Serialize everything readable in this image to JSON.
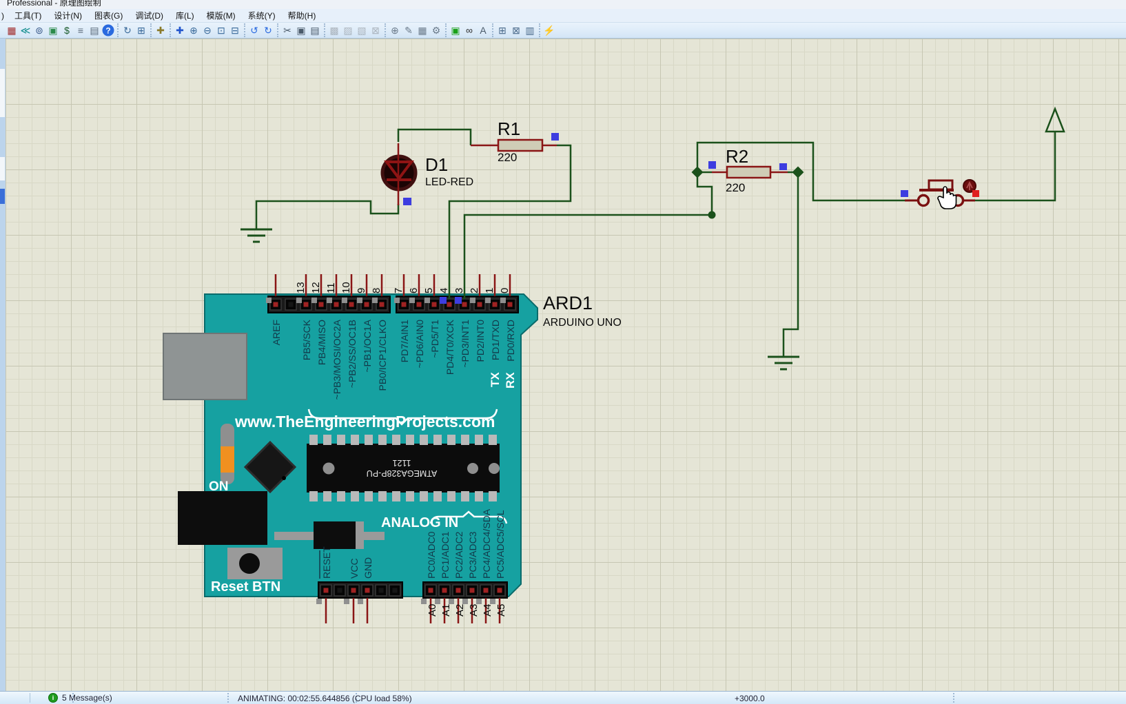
{
  "window": {
    "title": "Professional - 原理图绘制"
  },
  "menu": {
    "truncated_first": ")",
    "items": [
      "工具(T)",
      "设计(N)",
      "图表(G)",
      "调试(D)",
      "库(L)",
      "模版(M)",
      "系统(Y)",
      "帮助(H)"
    ]
  },
  "toolbar": {
    "groups": [
      {
        "name": "file-tools",
        "icons": [
          {
            "name": "component-mode-icon",
            "glyph": "▦",
            "color": "#a02828",
            "enabled": true
          },
          {
            "name": "goto-master-sheet-icon",
            "glyph": "≪",
            "color": "#0b8a8a",
            "enabled": true
          },
          {
            "name": "web-browse-icon",
            "glyph": "⊚",
            "color": "#3a5a8a",
            "enabled": true
          },
          {
            "name": "new-from-template-icon",
            "glyph": "▣",
            "color": "#2a8a4a",
            "enabled": true
          },
          {
            "name": "bill-of-materials-icon",
            "glyph": "$",
            "color": "#1a5a2a",
            "enabled": true
          },
          {
            "name": "design-notes-icon",
            "glyph": "≡",
            "color": "#5a6a7a",
            "enabled": true
          },
          {
            "name": "report-icon",
            "glyph": "▤",
            "color": "#5a6a7a",
            "enabled": true
          },
          {
            "name": "help-icon",
            "glyph": "?",
            "color": "#ffffff",
            "enabled": true,
            "help": true
          }
        ]
      },
      {
        "name": "view-tools",
        "icons": [
          {
            "name": "redraw-icon",
            "glyph": "↻",
            "color": "#3a6a9a",
            "enabled": true
          },
          {
            "name": "grid-toggle-icon",
            "glyph": "⊞",
            "color": "#3a6a9a",
            "enabled": true
          }
        ]
      },
      {
        "name": "origin-tools",
        "icons": [
          {
            "name": "origin-icon",
            "glyph": "✚",
            "color": "#8a7a2a",
            "enabled": true
          }
        ]
      },
      {
        "name": "zoom-tools",
        "icons": [
          {
            "name": "pan-icon",
            "glyph": "✚",
            "color": "#2255cc",
            "enabled": true
          },
          {
            "name": "zoom-in-icon",
            "glyph": "⊕",
            "color": "#3a6a9a",
            "enabled": true
          },
          {
            "name": "zoom-out-icon",
            "glyph": "⊖",
            "color": "#3a6a9a",
            "enabled": true
          },
          {
            "name": "zoom-area-icon",
            "glyph": "⊡",
            "color": "#3a6a9a",
            "enabled": true
          },
          {
            "name": "zoom-all-icon",
            "glyph": "⊟",
            "color": "#3a6a9a",
            "enabled": true
          }
        ]
      },
      {
        "name": "undo-redo",
        "icons": [
          {
            "name": "undo-icon",
            "glyph": "↺",
            "color": "#2a6adf",
            "enabled": true
          },
          {
            "name": "redo-icon",
            "glyph": "↻",
            "color": "#2a6adf",
            "enabled": true
          }
        ]
      },
      {
        "name": "clipboard",
        "icons": [
          {
            "name": "cut-icon",
            "glyph": "✂",
            "color": "#4a5a6a",
            "enabled": true
          },
          {
            "name": "copy-icon",
            "glyph": "▣",
            "color": "#4a5a6a",
            "enabled": true
          },
          {
            "name": "paste-icon",
            "glyph": "▤",
            "color": "#4a5a6a",
            "enabled": true
          }
        ]
      },
      {
        "name": "block-tools",
        "icons": [
          {
            "name": "block-copy-icon",
            "glyph": "▩",
            "color": "#5a6a7a",
            "enabled": false
          },
          {
            "name": "block-move-icon",
            "glyph": "▨",
            "color": "#5a6a7a",
            "enabled": false
          },
          {
            "name": "block-rotate-icon",
            "glyph": "▧",
            "color": "#5a6a7a",
            "enabled": false
          },
          {
            "name": "block-delete-icon",
            "glyph": "⊠",
            "color": "#5a6a7a",
            "enabled": false
          }
        ]
      },
      {
        "name": "edit-tools",
        "icons": [
          {
            "name": "zoom-to-object-icon",
            "glyph": "⊕",
            "color": "#6a7a8a",
            "enabled": true
          },
          {
            "name": "edit-object-icon",
            "glyph": "✎",
            "color": "#6a7a8a",
            "enabled": true
          },
          {
            "name": "configure-chip-icon",
            "glyph": "▦",
            "color": "#6a7a8a",
            "enabled": true
          },
          {
            "name": "tools-icon",
            "glyph": "⚙",
            "color": "#6a7a8a",
            "enabled": true
          }
        ]
      },
      {
        "name": "design-tools",
        "icons": [
          {
            "name": "wire-autorouter-icon",
            "glyph": "▣",
            "color": "#18a018",
            "enabled": true
          },
          {
            "name": "search-tag-icon",
            "glyph": "∞",
            "color": "#2a2a2a",
            "enabled": true
          },
          {
            "name": "property-assignment-icon",
            "glyph": "A",
            "color": "#4a5a6a",
            "enabled": true
          }
        ]
      },
      {
        "name": "sheet-tools",
        "icons": [
          {
            "name": "new-sheet-icon",
            "glyph": "⊞",
            "color": "#4a6a8a",
            "enabled": true
          },
          {
            "name": "remove-sheet-icon",
            "glyph": "⊠",
            "color": "#4a6a8a",
            "enabled": true
          },
          {
            "name": "goto-sheet-icon",
            "glyph": "▥",
            "color": "#4a6a8a",
            "enabled": true
          }
        ]
      },
      {
        "name": "erc-tools",
        "icons": [
          {
            "name": "electrical-rule-check-icon",
            "glyph": "⚡",
            "color": "#9a8a10",
            "enabled": true
          }
        ]
      }
    ]
  },
  "canvas": {
    "components": {
      "d1": {
        "ref": "D1",
        "value": "LED-RED"
      },
      "r1": {
        "ref": "R1",
        "value": "220"
      },
      "r2": {
        "ref": "R2",
        "value": "220"
      },
      "ard1": {
        "ref": "ARD1",
        "value": "ARDUINO UNO"
      }
    },
    "board": {
      "brand_text": "www.TheEngineeringProjects.com",
      "chip_line1": "ATMEGA328P-PU",
      "chip_line2": "1121",
      "on_label": "ON",
      "reset_label": "Reset BTN",
      "analog_label": "ANALOG IN",
      "tx": "TX",
      "rx": "RX",
      "top_left_header": {
        "numbers": [
          "",
          "",
          "13",
          "12",
          "11",
          "10",
          "9",
          "8"
        ],
        "labels": [
          "AREF",
          "",
          "PB5/SCK",
          "PB4/MISO",
          "~PB3/MOSI/OC2A",
          "~PB2/SS/OC1B",
          "~PB1/OC1A",
          "PB0/ICP1/CLKO"
        ]
      },
      "top_right_header": {
        "numbers": [
          "7",
          "6",
          "5",
          "4",
          "3",
          "2",
          "1",
          "0"
        ],
        "labels": [
          "PD7/AIN1",
          "~PD6/AIN0",
          "~PD5/T1",
          "PD4/T0/XCK",
          "~PD3/INT1",
          "PD2/INT0",
          "PD1/TXD",
          "PD0/RXD"
        ]
      },
      "bottom_left_header": {
        "labels": [
          "RESET",
          "",
          "VCC",
          "GND",
          "",
          ""
        ]
      },
      "bottom_right_header": {
        "top_labels": [
          "PC0/ADC0",
          "PC1/ADC1",
          "PC2/ADC2",
          "PC3/ADC3",
          "PC4/ADC4/SDA",
          "PC5/ADC5/SCL"
        ],
        "bottom_labels": [
          "A0",
          "A1",
          "A2",
          "A3",
          "A4",
          "A5"
        ]
      }
    }
  },
  "status_bar": {
    "message_count": "5 Message(s)",
    "status": "ANIMATING: 00:02:55.644856 (CPU load 58%)",
    "coordinate": "+3000.0"
  },
  "colors": {
    "wire_green": "#1b511b",
    "component_red": "#8a1515",
    "board_teal": "#16a1a1",
    "selection_blue": "#3d3de0",
    "state_red": "#e02020",
    "grid_bg": "#e5e5d6"
  }
}
